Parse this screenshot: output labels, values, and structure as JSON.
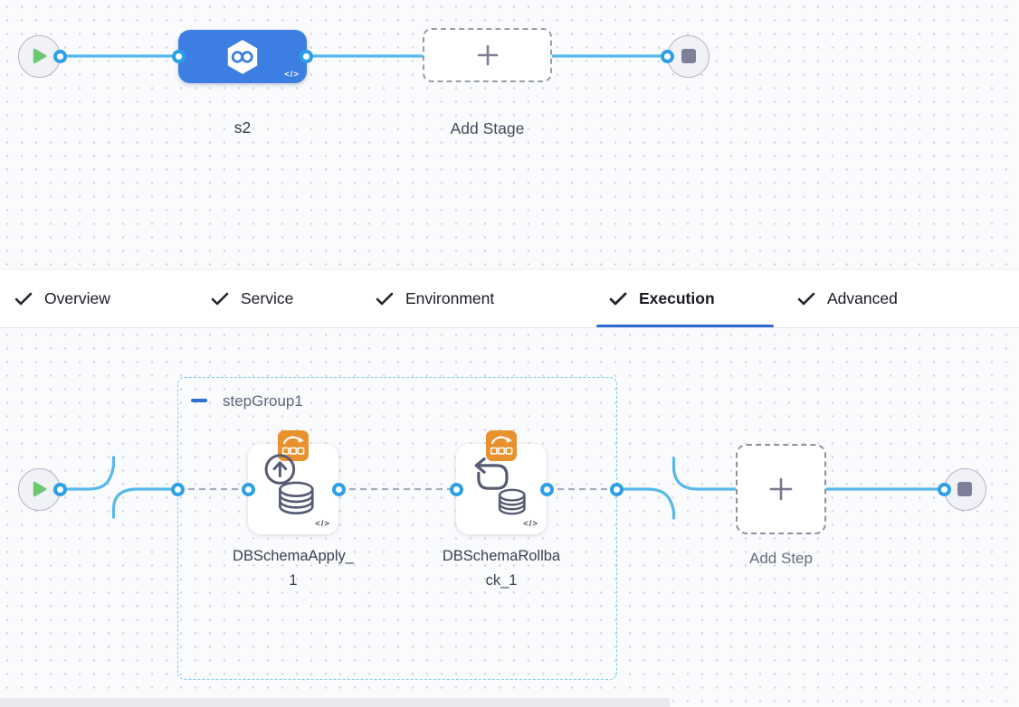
{
  "colors": {
    "stage_blue": "#3d7ee2",
    "connector_blue": "#57b9ea",
    "port_ring_blue": "#2d9fe6",
    "active_tab_underline": "#2e6bd2",
    "badge_orange": "#e8912d",
    "play_green": "#6bc86f",
    "step_group_border": "#7ccbe7"
  },
  "icons": {
    "start": "play-icon",
    "end": "stop-icon",
    "stage_logo": "infinity-hexagon-icon",
    "add": "plus-icon",
    "tab_check": "check-icon",
    "collapse": "minus-icon",
    "step_badge": "step-template-badge-icon",
    "apply_step": "db-schema-apply-icon",
    "rollback_step": "db-schema-rollback-icon"
  },
  "stage_pipeline": {
    "stage_label": "s2",
    "add_stage_label": "Add Stage",
    "code_glyph": "</>"
  },
  "tabs": [
    {
      "label": "Overview",
      "checked": true,
      "active": false
    },
    {
      "label": "Service",
      "checked": true,
      "active": false
    },
    {
      "label": "Environment",
      "checked": true,
      "active": false
    },
    {
      "label": "Execution",
      "checked": true,
      "active": true
    },
    {
      "label": "Advanced",
      "checked": true,
      "active": false
    }
  ],
  "execution": {
    "step_group_label": "stepGroup1",
    "steps": [
      {
        "label": "DBSchemaApply_1"
      },
      {
        "label": "DBSchemaRollback_1"
      }
    ],
    "add_step_label": "Add Step",
    "code_glyph": "</>"
  }
}
